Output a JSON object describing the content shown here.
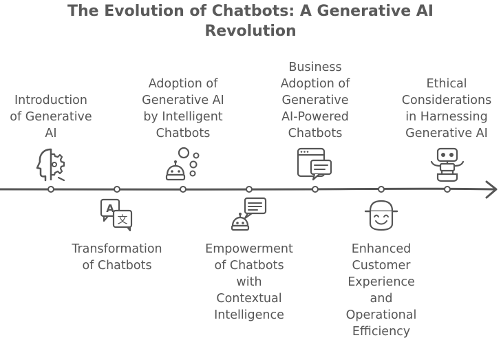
{
  "title_lines": [
    "The Evolution of Chatbots: A Generative AI",
    "Revolution"
  ],
  "milestones": [
    {
      "position": "top",
      "icon": "ai-head-gear-icon",
      "lines": [
        "Introduction",
        "of Generative",
        "AI"
      ]
    },
    {
      "position": "bottom",
      "icon": "translate-icon",
      "lines": [
        "Transformation",
        "of Chatbots"
      ]
    },
    {
      "position": "top",
      "icon": "robot-bubbles-icon",
      "lines": [
        "Adoption of",
        "Generative AI",
        "by Intelligent",
        "Chatbots"
      ]
    },
    {
      "position": "bottom",
      "icon": "robot-chat-icon",
      "lines": [
        "Empowerment",
        "of Chatbots",
        "with",
        "Contextual",
        "Intelligence"
      ]
    },
    {
      "position": "top",
      "icon": "browser-chat-icon",
      "lines": [
        "Business",
        "Adoption of",
        "Generative",
        "AI-Powered",
        "Chatbots"
      ]
    },
    {
      "position": "bottom",
      "icon": "happy-customer-icon",
      "lines": [
        "Enhanced",
        "Customer",
        "Experience",
        "and",
        "Operational",
        "Efficiency"
      ]
    },
    {
      "position": "top",
      "icon": "robot-icon",
      "lines": [
        "Ethical",
        "Considerations",
        "in Harnessing",
        "Generative AI"
      ]
    }
  ],
  "colors": {
    "line": "#555555",
    "text": "#555555"
  }
}
